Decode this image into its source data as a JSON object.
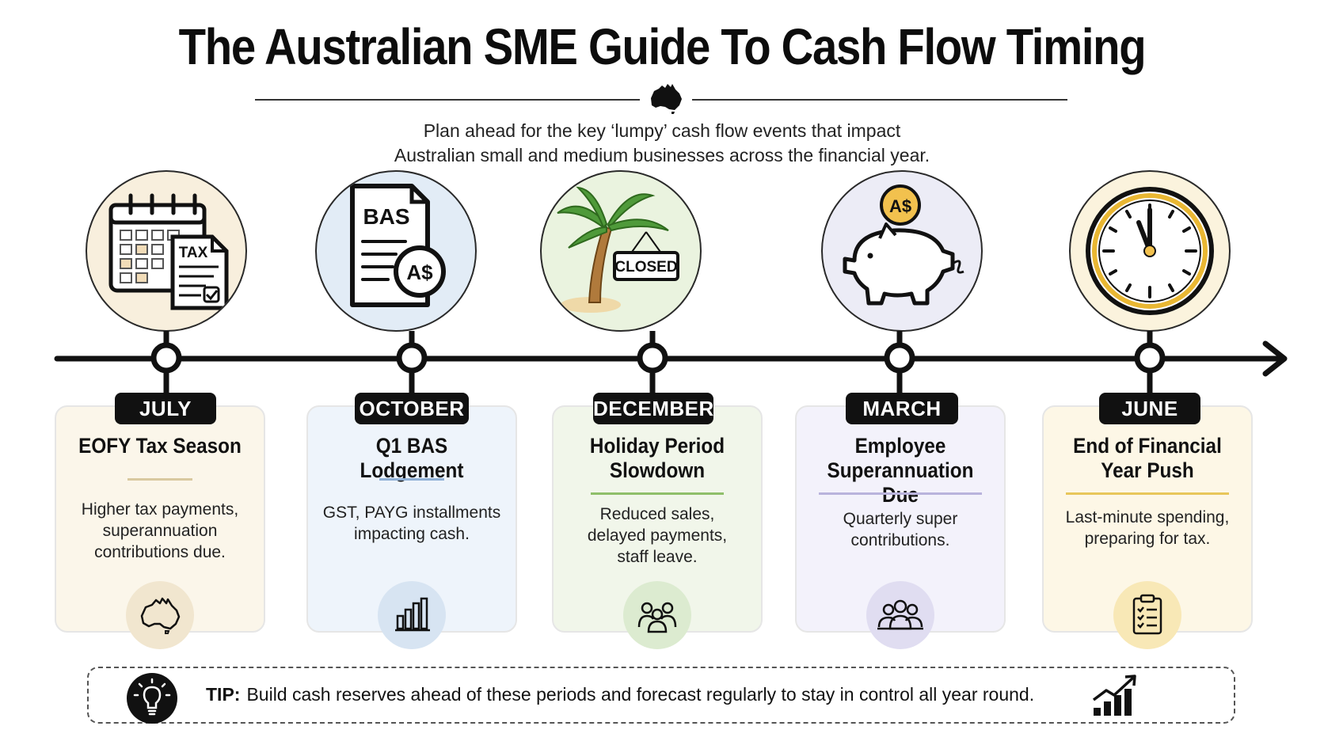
{
  "title": "The Australian SME Guide To Cash Flow Timing",
  "subtitle_line1": "Plan ahead for the key ‘lumpy’ cash flow events that impact",
  "subtitle_line2": "Australian small and medium businesses across the financial year.",
  "illustration_text": {
    "tax": "TAX",
    "bas": "BAS",
    "currency": "A$",
    "closed": "CLOSED"
  },
  "events": [
    {
      "month": "JULY",
      "title_line1": "EOFY Tax Season",
      "title_line2": "",
      "desc": [
        "Higher tax payments,",
        "superannuation",
        "contributions due."
      ],
      "accent": "#d9c9a0",
      "bg": "#fbf6ea",
      "icon": "australia-map-icon"
    },
    {
      "month": "OCTOBER",
      "title_line1": "Q1 BAS Lodgement",
      "title_line2": "",
      "desc": [
        "GST, PAYG installments",
        "impacting cash."
      ],
      "accent": "#8fb0d6",
      "bg": "#eef4fb",
      "icon": "bar-chart-icon"
    },
    {
      "month": "DECEMBER",
      "title_line1": "Holiday Period",
      "title_line2": "Slowdown",
      "desc": [
        "Reduced sales,",
        "delayed payments,",
        "staff leave."
      ],
      "accent": "#8fbf6a",
      "bg": "#f1f6ea",
      "icon": "people-group-icon"
    },
    {
      "month": "MARCH",
      "title_line1": "Employee",
      "title_line2": "Superannuation Due",
      "desc": [
        "Quarterly super",
        "contributions."
      ],
      "accent": "#b9b3dc",
      "bg": "#f3f2fb",
      "icon": "team-icon"
    },
    {
      "month": "JUNE",
      "title_line1": "End of Financial",
      "title_line2": "Year Push",
      "desc": [
        "Last-minute spending,",
        "preparing for tax."
      ],
      "accent": "#e8c65a",
      "bg": "#fdf7e6",
      "icon": "checklist-icon"
    }
  ],
  "tip": {
    "label": "TIP:",
    "text": "Build cash reserves ahead of these periods and forecast regularly to stay in control all year round."
  }
}
